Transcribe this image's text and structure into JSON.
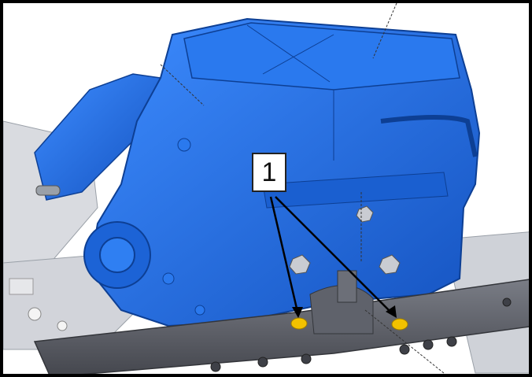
{
  "figure": {
    "callout_label": "1",
    "colors": {
      "motor_blue": "#1e6fe6",
      "motor_dark": "#134fae",
      "frame_gray": "#5d5f68",
      "mount_yellow": "#f2c200",
      "border": "#000000"
    },
    "icons": [
      "callout-arrow",
      "leader-line"
    ]
  }
}
